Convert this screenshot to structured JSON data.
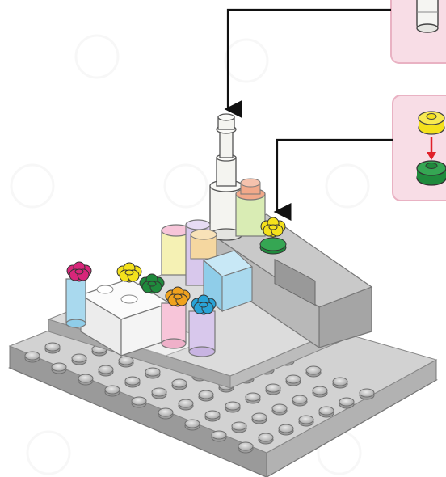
{
  "figure": {
    "kind": "lego-build-instruction-step",
    "callouts": [
      {
        "id": "callout-1",
        "content": "white-lamp-piece-icon",
        "target": "white-lamp-post"
      },
      {
        "id": "callout-2",
        "content": "yellow-flower-on-green-round-plate-icon",
        "target": "yellow-flower-stack",
        "arrow_color": "#e0202a"
      }
    ],
    "colors": {
      "callout_fill": "#f8dde6",
      "callout_border": "#e9b2c3",
      "base_plate": "#c8c8c8",
      "pointer_line": "#111111",
      "flower_yellow": "#f4e11c",
      "flower_green": "#1f8a3c",
      "flower_magenta": "#d8267a",
      "flower_orange": "#f0a21e",
      "flower_blue": "#2aa3d6",
      "bottle_peach": "#f2a98a",
      "bottle_lightgreen": "#d9ecb4",
      "bottle_pink": "#f7c5d9",
      "bottle_lavender": "#d8c8ec",
      "bottle_lightblue": "#a9d9ee"
    }
  }
}
